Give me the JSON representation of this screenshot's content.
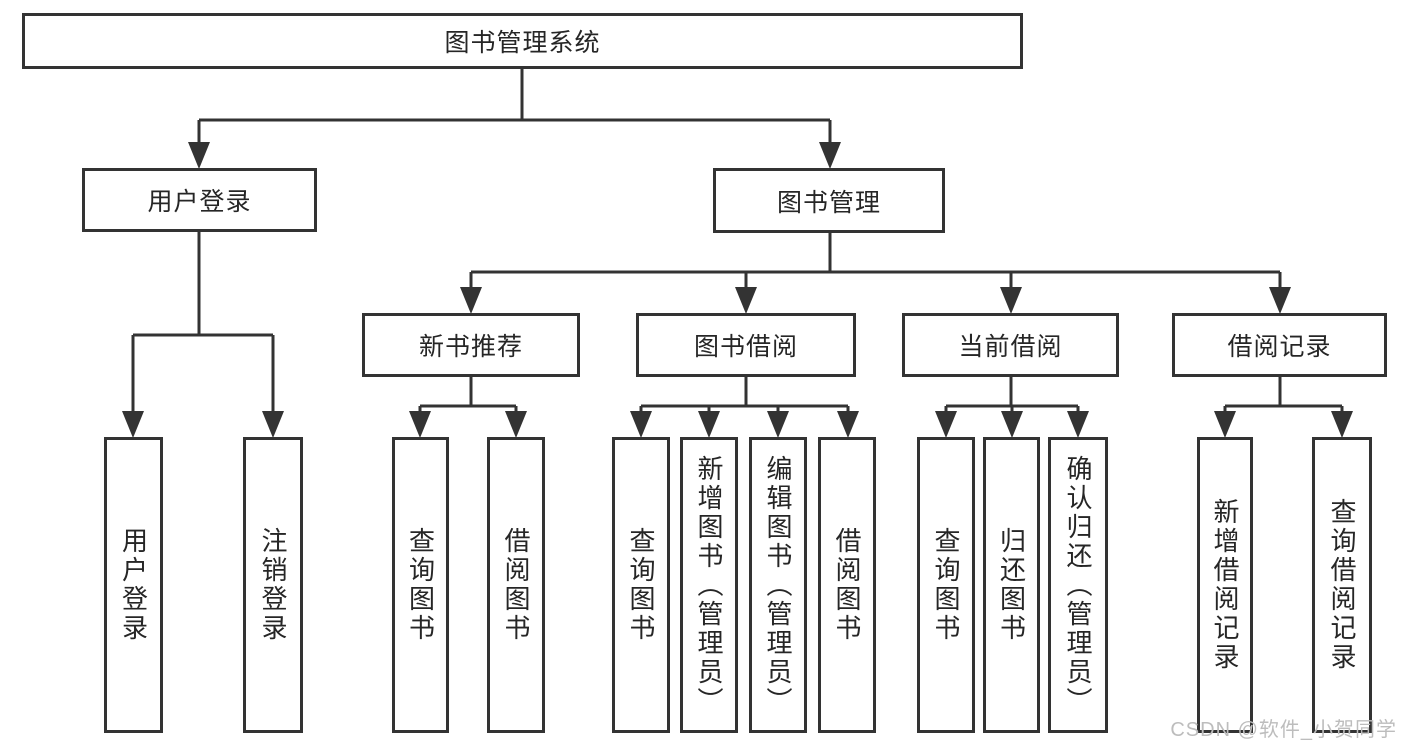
{
  "diagram": {
    "root": {
      "label": "图书管理系统"
    },
    "level2": [
      {
        "label": "用户登录"
      },
      {
        "label": "图书管理"
      }
    ],
    "level3": [
      {
        "label": "新书推荐"
      },
      {
        "label": "图书借阅"
      },
      {
        "label": "当前借阅"
      },
      {
        "label": "借阅记录"
      }
    ],
    "leaves": {
      "user_login": [
        {
          "label": "用户登录"
        },
        {
          "label": "注销登录"
        }
      ],
      "new_books": [
        {
          "label": "查询图书"
        },
        {
          "label": "借阅图书"
        }
      ],
      "book_borrow": [
        {
          "label": "查询图书"
        },
        {
          "label": "新增图书（管理员）"
        },
        {
          "label": "编辑图书（管理员）"
        },
        {
          "label": "借阅图书"
        }
      ],
      "current_borrow": [
        {
          "label": "查询图书"
        },
        {
          "label": "归还图书"
        },
        {
          "label": "确认归还（管理员）"
        }
      ],
      "borrow_records": [
        {
          "label": "新增借阅记录"
        },
        {
          "label": "查询借阅记录"
        }
      ]
    }
  },
  "watermark": {
    "text": "CSDN @软件_小贺同学"
  },
  "colors": {
    "line": "#333333",
    "text": "#262626",
    "box_background": "#ffffff",
    "watermark": "#bdbdbd",
    "background": "#ffffff"
  }
}
